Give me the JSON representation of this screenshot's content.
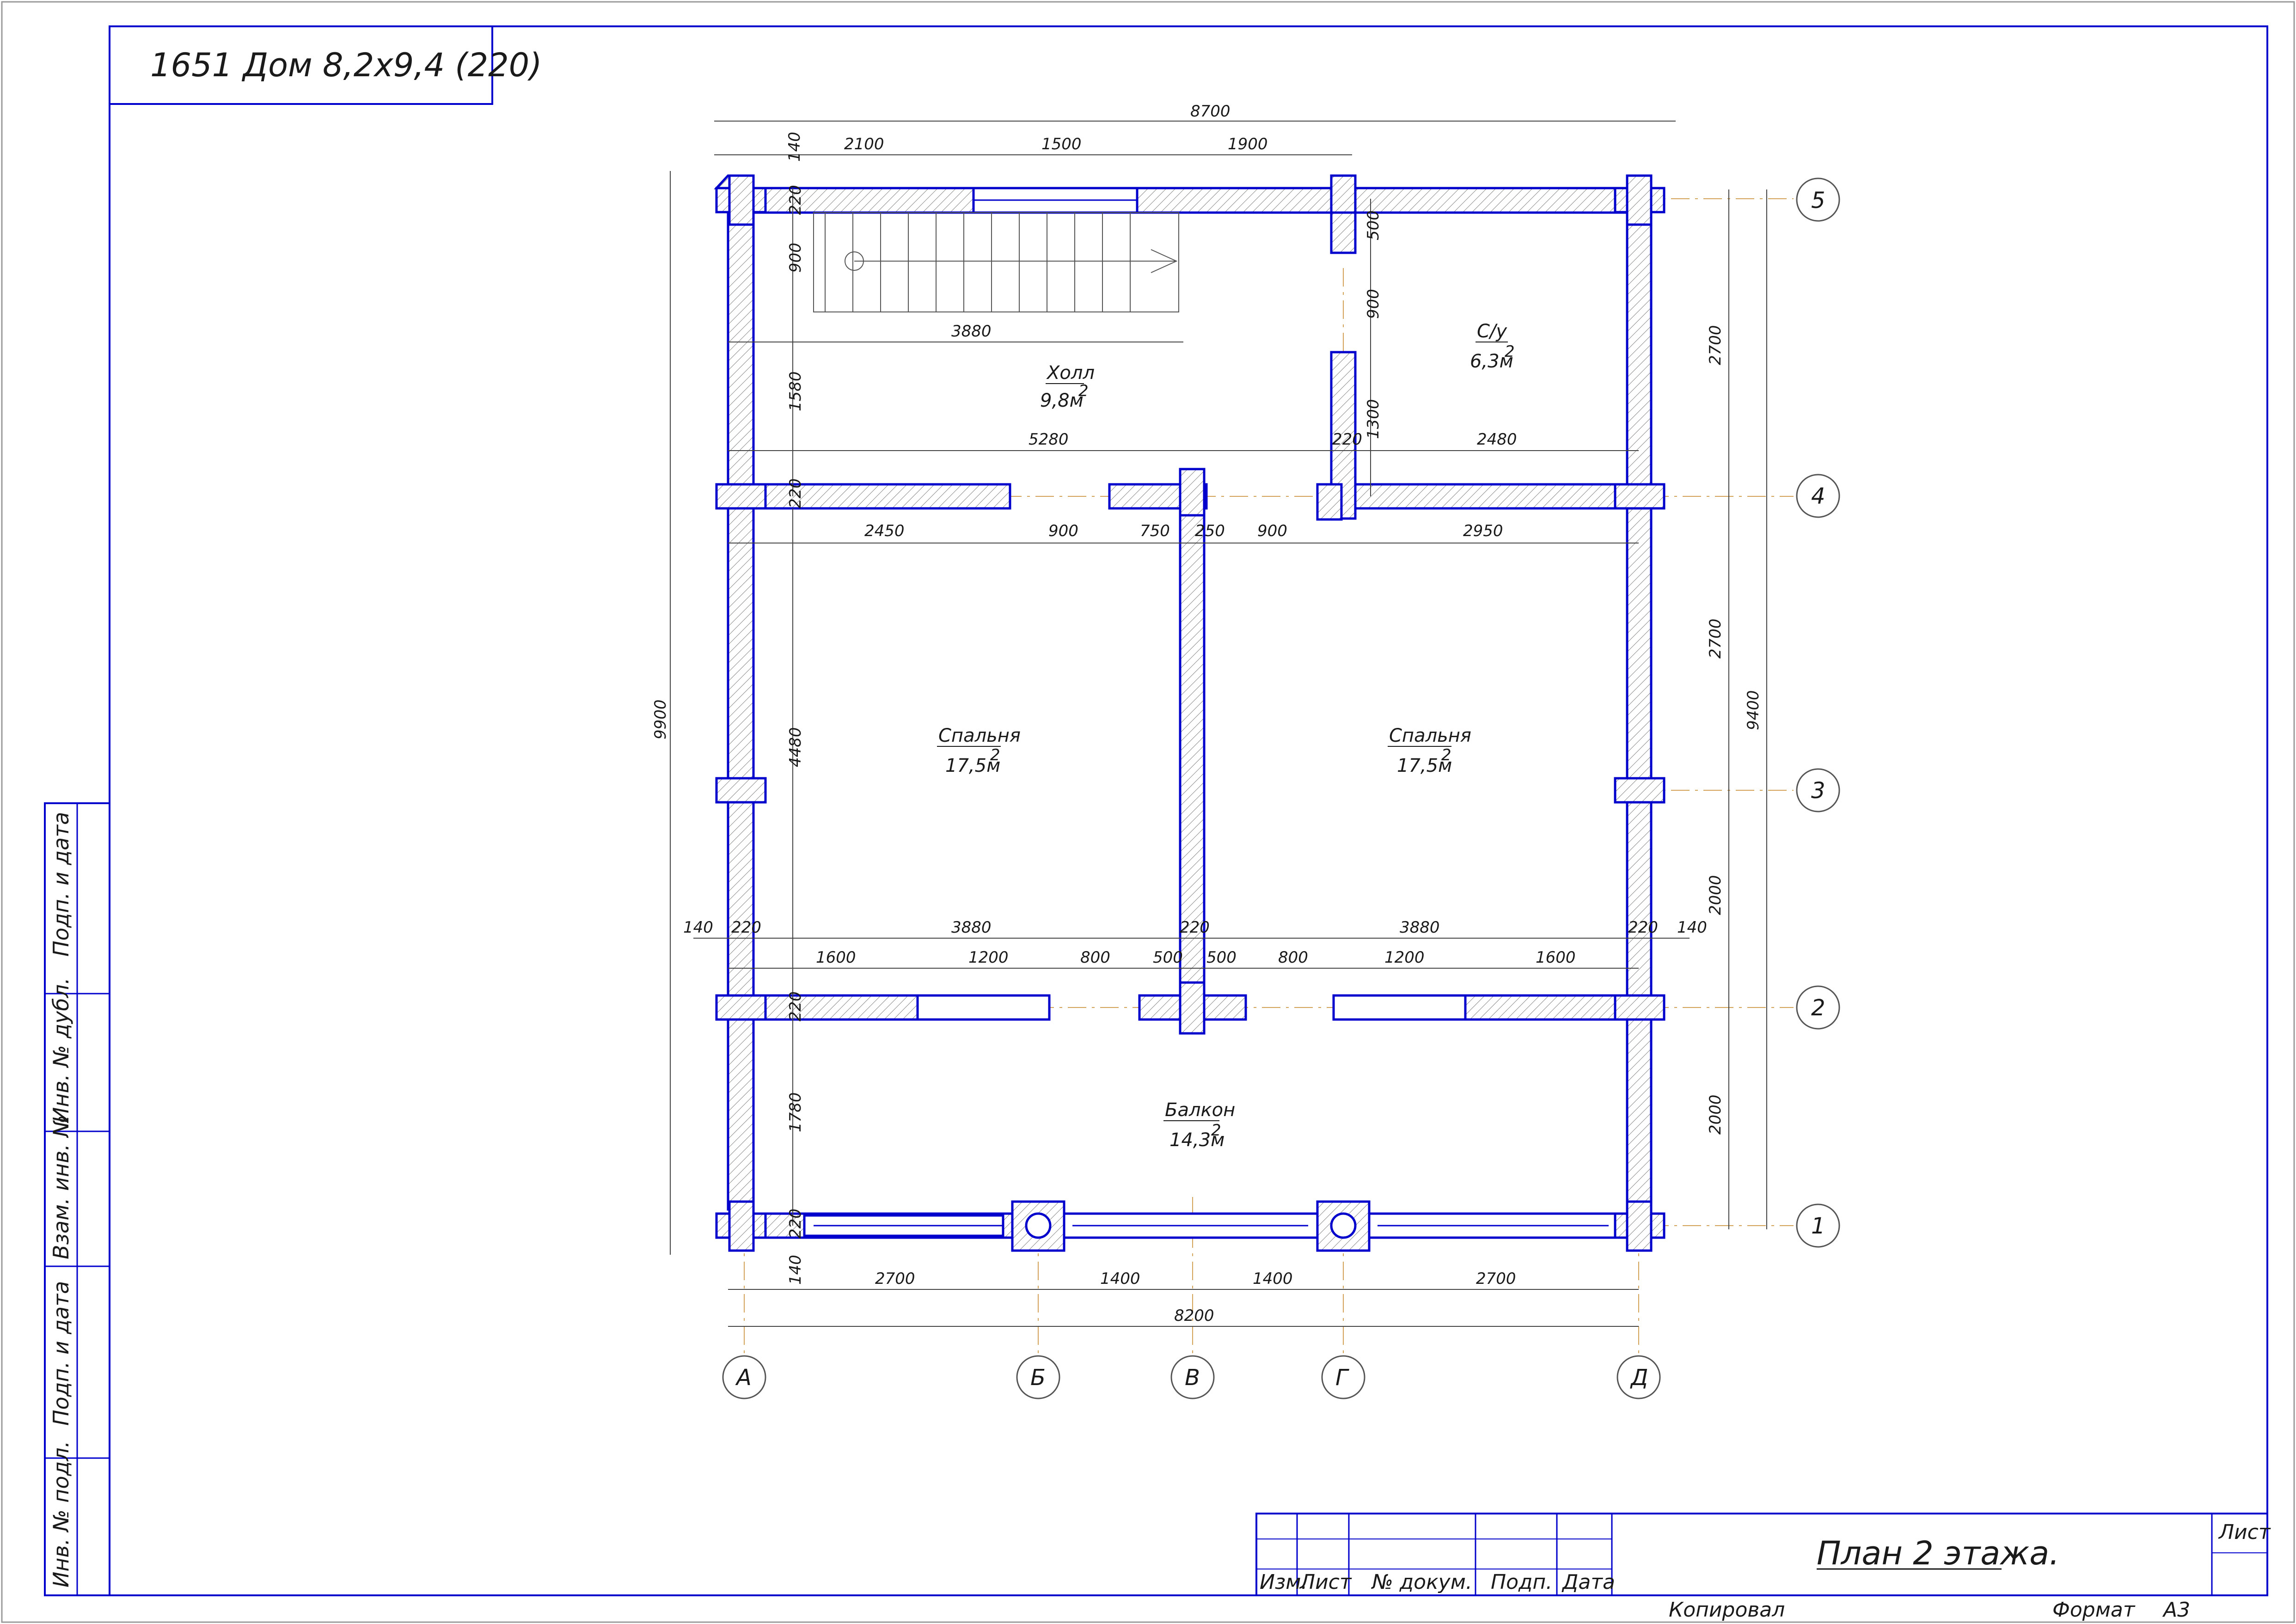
{
  "title_box": {
    "text": "1651 Дом 8,2х9,4 (220)"
  },
  "dimensions": {
    "top_overall": "8700",
    "top_segments": [
      "140",
      "2100",
      "1500",
      "1900"
    ],
    "hall_wall_thickness": "220",
    "stair_width": "900",
    "stair_length": "3880",
    "hall_depth": "1580",
    "hall_width": "5280",
    "wc_wall_thickness": "220",
    "wc_width": "2480",
    "wc_segments": [
      "500",
      "900",
      "1300"
    ],
    "axis4_wall": "220",
    "axis4_segments": [
      "2450",
      "900",
      "750",
      "250",
      "900",
      "2950"
    ],
    "left_overall": "9900",
    "bedroom_depth": "4480",
    "axis2_row1": [
      "140",
      "220",
      "3880",
      "220",
      "3880",
      "220",
      "140"
    ],
    "axis2_row2": [
      "1600",
      "1200",
      "800",
      "500",
      "500",
      "800",
      "1200",
      "1600"
    ],
    "axis2_wall": "220",
    "balcony_depth": "1780",
    "axis1_wall": "220",
    "bottom_offset": "140",
    "bottom_segments": [
      "2700",
      "1400",
      "1400",
      "2700"
    ],
    "bottom_overall": "8200",
    "right_segments": [
      "2700",
      "2700",
      "2000",
      "2000"
    ],
    "right_overall": "9400"
  },
  "rooms": {
    "hall": {
      "name": "Холл",
      "area": "9,8м",
      "sup": "2"
    },
    "wc": {
      "name": "С/у",
      "area": "6,3м",
      "sup": "2"
    },
    "bedroom_left": {
      "name": "Спальня",
      "area": "17,5м",
      "sup": "2"
    },
    "bedroom_right": {
      "name": "Спальня",
      "area": "17,5м",
      "sup": "2"
    },
    "balcony": {
      "name": "Балкон",
      "area": "14,3м",
      "sup": "2"
    }
  },
  "axes": {
    "rows": [
      "5",
      "4",
      "3",
      "2",
      "1"
    ],
    "columns": [
      "А",
      "Б",
      "В",
      "Г",
      "Д"
    ]
  },
  "side_stamp": [
    "Подп. и дата",
    "Инв. № дубл.",
    "Взам. инв. №",
    "Подп. и дата",
    "Инв. № подл."
  ],
  "stamp": {
    "headers": [
      "Изм.",
      "Лист",
      "№ докум.",
      "Подп.",
      "Дата"
    ],
    "sheet_title": "План 2 этажа.",
    "sheet_label": "Лист"
  },
  "footer": {
    "copied": "Копировал",
    "format_label": "Формат",
    "format_value": "А3"
  },
  "colors": {
    "walls": "#0000cc",
    "frame": "#0000cc",
    "axis_lines": "#d4a35a",
    "dim_lines": "#444444"
  }
}
